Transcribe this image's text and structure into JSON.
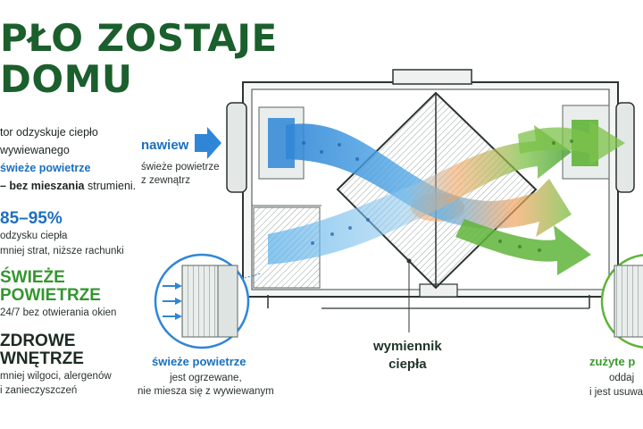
{
  "headline": {
    "line1": "PŁO ZOSTAJE",
    "line2": "DOMU"
  },
  "intro": {
    "line1": "tor odzyskuje ciepło",
    "line2": "wywiewanego",
    "line3_highlight": "świeże powietrze",
    "line4_bold": "– bez mieszania",
    "line4_rest": " strumieni."
  },
  "stats": [
    {
      "title": "85–95%",
      "lines": [
        "odzysku ciepła",
        "mniej strat, niższe rachunki"
      ]
    },
    {
      "title_lines": [
        "ŚWIEŻE",
        "POWIETRZE"
      ],
      "lines": [
        "24/7 bez otwierania okien"
      ]
    },
    {
      "title_lines": [
        "ZDROWE",
        "WNĘTRZE"
      ],
      "lines": [
        "mniej wilgoci, alergenów",
        "i zanieczyszczeń"
      ]
    }
  ],
  "diagram": {
    "nawiew": {
      "label": "nawiew",
      "sub_lines": [
        "świeże powietrze",
        "z zewnątrz"
      ]
    },
    "exchanger": {
      "lines": [
        "wymiennik",
        "ciepła"
      ]
    },
    "fresh_air": {
      "title": "świeże powietrze",
      "sub_lines": [
        "jest ogrzewane,",
        "nie miesza się z wywiewanym"
      ]
    },
    "used_air": {
      "title": "zużyte p",
      "sub_lines": [
        "oddaj",
        "i jest usuwa"
      ]
    }
  },
  "colors": {
    "fresh_blue": "#2f86d6",
    "exhaust_green": "#5fb43a",
    "headline_green": "#1b5f2c",
    "warm_core": "#f3a35e"
  }
}
